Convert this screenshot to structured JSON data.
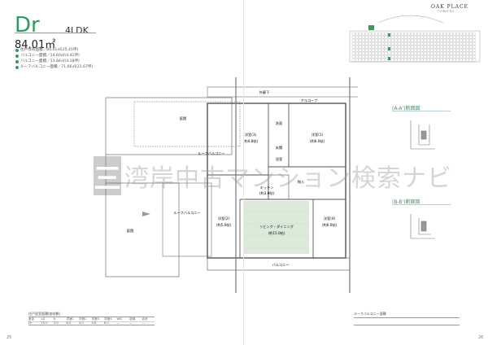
{
  "header": {
    "plan_name": "Dr",
    "layout_type": "4LDK",
    "area": "84.01㎡",
    "specs": [
      "住戸専有面積／84.01㎡(25.41坪)",
      "バルコニー面積／14.60㎡(4.41坪)",
      "バルコニー面積／13.84㎡(4.18坪)",
      "ルーフバルコニー面積／71.66㎡(21.67坪)"
    ]
  },
  "brand": {
    "name": "OAK PLACE",
    "sub": "TOWERS"
  },
  "floor_plan": {
    "outer_corridor": "外廊下",
    "alcove": "アルコーブ",
    "balcony": "バルコニー",
    "roof_balcony_top": "ルーフバルコニー",
    "roof_balcony_left": "ルーフバルコニー",
    "garden_top": "庭園",
    "garden_left": "庭園",
    "ldk": "リビング・ダイニング",
    "ldk_size": "(約15.0帖)",
    "kitchen": "キッチン",
    "kitchen_size": "(約3.0帖)",
    "room1": "洋室(1)",
    "room1_size": "(約6.0帖)",
    "room2": "洋室(2)",
    "room2_size": "(約5.0帖)",
    "room3": "洋室(3)",
    "room3_size": "(約4.8帖)",
    "room4": "洋室(4)",
    "room4_size": "(約6.0帖)",
    "entrance": "玄関",
    "wash": "洗面",
    "bath": "浴室",
    "storage": "物入"
  },
  "sections": {
    "aa": "(A-A')断面図",
    "bb": "(B-B')断面図"
  },
  "bottom_table": {
    "title": "住戸居室面積(各帖数)",
    "headers": [
      "室名",
      "LD",
      "K",
      "洋室1",
      "洋室2",
      "洋室3",
      "洋室4",
      "WIC",
      "収納",
      "合計"
    ],
    "row": [
      "Dr",
      "15.0",
      "3.0",
      "6.0",
      "5.0",
      "4.8",
      "6.0",
      "—",
      "—",
      "—"
    ]
  },
  "right_table": {
    "title": "ルーフバルコニー面積"
  },
  "page_left": "25",
  "page_right": "26",
  "watermark": {
    "logo_char": "三",
    "text": "湾岸中古マンション検索ナビ"
  }
}
